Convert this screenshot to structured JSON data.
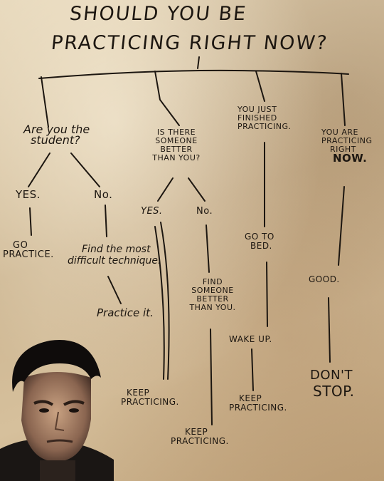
{
  "title": {
    "line1": "SHOULD YOU BE",
    "line2": "PRACTICING RIGHT NOW?"
  },
  "branches": {
    "student": {
      "question": [
        "Are you the",
        "student?"
      ],
      "yes": "YES.",
      "no": "No.",
      "yes_action": [
        "GO",
        "PRACTICE."
      ],
      "no_action": [
        "Find the most",
        "difficult technique."
      ],
      "no_next": "Practice it."
    },
    "better": {
      "question": [
        "IS THERE",
        "SOMEONE",
        "BETTER",
        "THAN YOU?"
      ],
      "yes": "YES.",
      "no": "No.",
      "yes_action": [
        "KEEP",
        "PRACTICING."
      ],
      "no_action": [
        "FIND",
        "SOMEONE",
        "BETTER",
        "THAN YOU."
      ],
      "no_next": [
        "KEEP",
        "PRACTICING."
      ]
    },
    "finished": {
      "question": [
        "YOU JUST",
        "FINISHED",
        "PRACTICING."
      ],
      "step1": [
        "GO TO",
        "BED."
      ],
      "step2": "WAKE UP.",
      "step3": [
        "KEEP",
        "PRACTICING."
      ]
    },
    "now": {
      "question": [
        "YOU ARE",
        "PRACTICING",
        "RIGHT",
        "NOW."
      ],
      "step1": "GOOD.",
      "step2": [
        "DON'T",
        "STOP."
      ]
    }
  },
  "colors": {
    "ink": "#1c1610",
    "paper": "#d9c6a4"
  }
}
